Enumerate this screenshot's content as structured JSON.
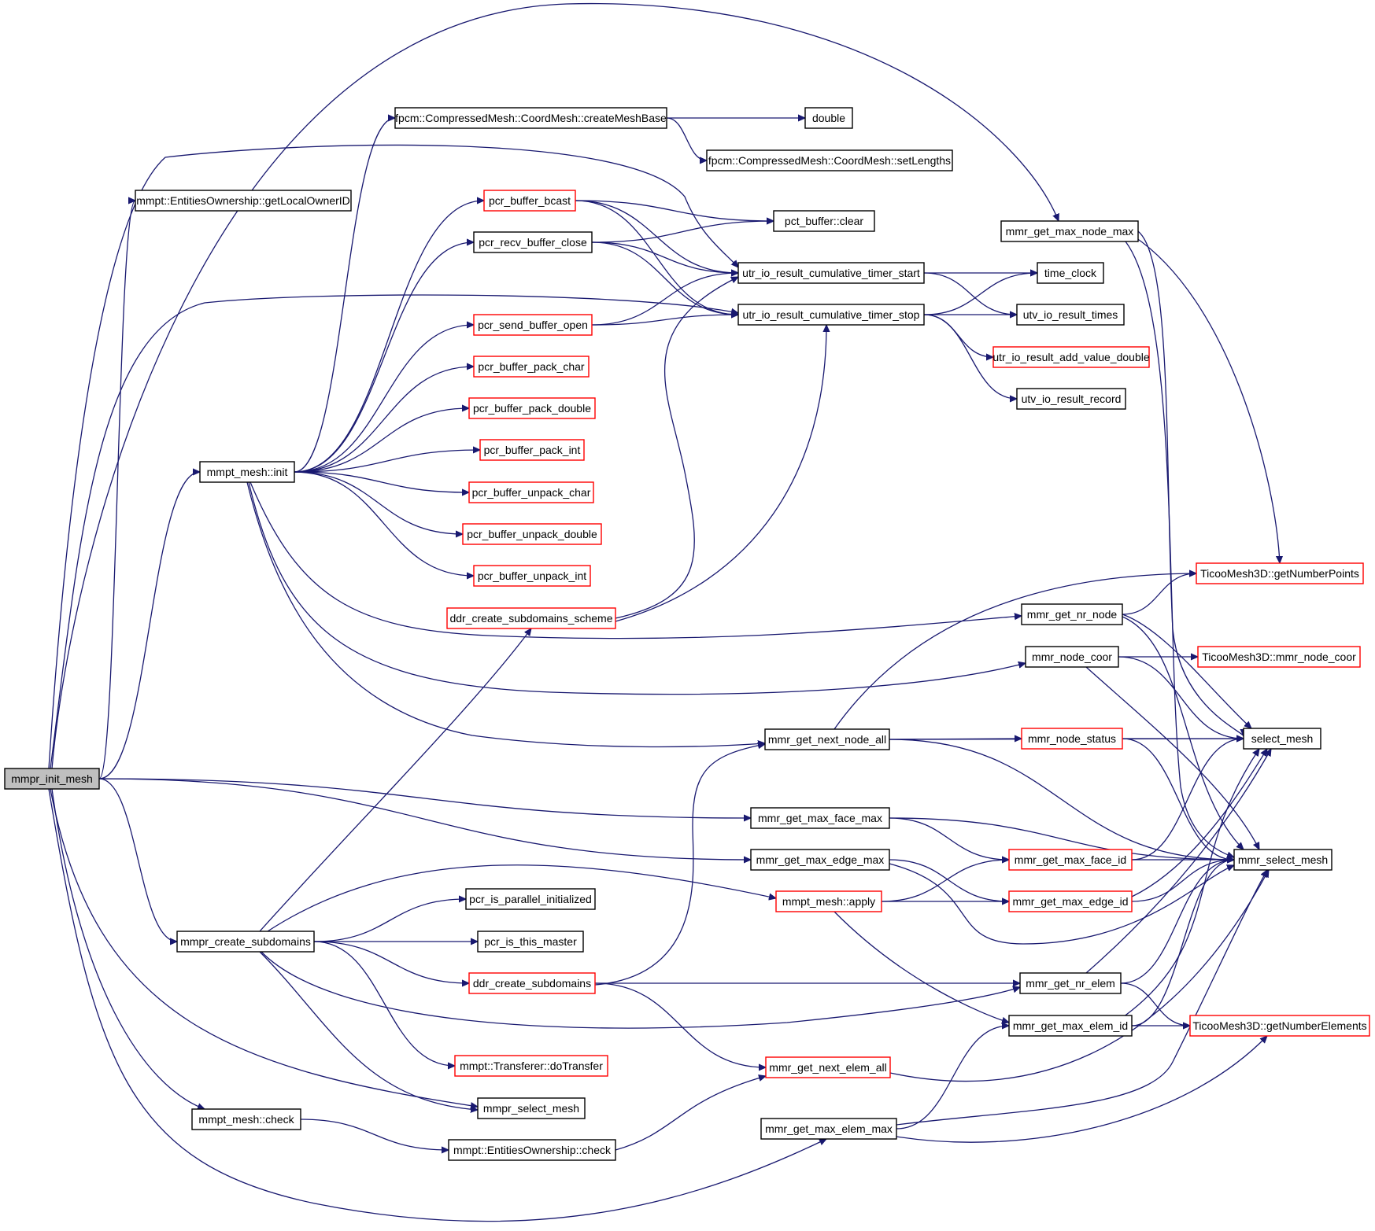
{
  "graph": {
    "nodes": [
      {
        "id": "root",
        "label": "mmpr_init_mesh",
        "kind": "root"
      },
      {
        "id": "getLocalOwnerID",
        "label": "mmpt::EntitiesOwnership::getLocalOwnerID",
        "kind": "normal"
      },
      {
        "id": "init",
        "label": "mmpt_mesh::init",
        "kind": "normal"
      },
      {
        "id": "createSub",
        "label": "mmpr_create_subdomains",
        "kind": "normal"
      },
      {
        "id": "check",
        "label": "mmpt_mesh::check",
        "kind": "normal"
      },
      {
        "id": "createMeshBase",
        "label": "fpcm::CompressedMesh::CoordMesh::createMeshBase",
        "kind": "normal"
      },
      {
        "id": "double",
        "label": "double",
        "kind": "normal"
      },
      {
        "id": "setLengths",
        "label": "fpcm::CompressedMesh::CoordMesh::setLengths",
        "kind": "normal"
      },
      {
        "id": "bcast",
        "label": "pcr_buffer_bcast",
        "kind": "truncated"
      },
      {
        "id": "recvClose",
        "label": "pcr_recv_buffer_close",
        "kind": "normal"
      },
      {
        "id": "sendOpen",
        "label": "pcr_send_buffer_open",
        "kind": "truncated"
      },
      {
        "id": "packChar",
        "label": "pcr_buffer_pack_char",
        "kind": "truncated"
      },
      {
        "id": "packDouble",
        "label": "pcr_buffer_pack_double",
        "kind": "truncated"
      },
      {
        "id": "packInt",
        "label": "pcr_buffer_pack_int",
        "kind": "truncated"
      },
      {
        "id": "unpackChar",
        "label": "pcr_buffer_unpack_char",
        "kind": "truncated"
      },
      {
        "id": "unpackDouble",
        "label": "pcr_buffer_unpack_double",
        "kind": "truncated"
      },
      {
        "id": "unpackInt",
        "label": "pcr_buffer_unpack_int",
        "kind": "truncated"
      },
      {
        "id": "ddrScheme",
        "label": "ddr_create_subdomains_scheme",
        "kind": "truncated"
      },
      {
        "id": "pctClear",
        "label": "pct_buffer::clear",
        "kind": "normal"
      },
      {
        "id": "timerStart",
        "label": "utr_io_result_cumulative_timer_start",
        "kind": "normal"
      },
      {
        "id": "timerStop",
        "label": "utr_io_result_cumulative_timer_stop",
        "kind": "normal"
      },
      {
        "id": "timeClock",
        "label": "time_clock",
        "kind": "normal"
      },
      {
        "id": "resultTimes",
        "label": "utv_io_result_times",
        "kind": "normal"
      },
      {
        "id": "addValueDouble",
        "label": "utr_io_result_add_value_double",
        "kind": "truncated"
      },
      {
        "id": "resultRecord",
        "label": "utv_io_result_record",
        "kind": "normal"
      },
      {
        "id": "maxNodeMax",
        "label": "mmr_get_max_node_max",
        "kind": "normal"
      },
      {
        "id": "getNumberPoints",
        "label": "TicooMesh3D::getNumberPoints",
        "kind": "truncated"
      },
      {
        "id": "nrNode",
        "label": "mmr_get_nr_node",
        "kind": "normal"
      },
      {
        "id": "nodeCoor",
        "label": "mmr_node_coor",
        "kind": "normal"
      },
      {
        "id": "ticooNodeCoor",
        "label": "TicooMesh3D::mmr_node_coor",
        "kind": "truncated"
      },
      {
        "id": "nextNodeAll",
        "label": "mmr_get_next_node_all",
        "kind": "normal"
      },
      {
        "id": "nodeStatus",
        "label": "mmr_node_status",
        "kind": "truncated"
      },
      {
        "id": "selectMesh",
        "label": "select_mesh",
        "kind": "normal"
      },
      {
        "id": "maxFaceMax",
        "label": "mmr_get_max_face_max",
        "kind": "normal"
      },
      {
        "id": "maxEdgeMax",
        "label": "mmr_get_max_edge_max",
        "kind": "normal"
      },
      {
        "id": "maxFaceId",
        "label": "mmr_get_max_face_id",
        "kind": "truncated"
      },
      {
        "id": "mmrSelectMesh",
        "label": "mmr_select_mesh",
        "kind": "normal"
      },
      {
        "id": "apply",
        "label": "mmpt_mesh::apply",
        "kind": "truncated"
      },
      {
        "id": "maxEdgeId",
        "label": "mmr_get_max_edge_id",
        "kind": "truncated"
      },
      {
        "id": "parInit",
        "label": "pcr_is_parallel_initialized",
        "kind": "normal"
      },
      {
        "id": "isMaster",
        "label": "pcr_is_this_master",
        "kind": "normal"
      },
      {
        "id": "ddrCreate",
        "label": "ddr_create_subdomains",
        "kind": "truncated"
      },
      {
        "id": "nrElem",
        "label": "mmr_get_nr_elem",
        "kind": "normal"
      },
      {
        "id": "maxElemId",
        "label": "mmr_get_max_elem_id",
        "kind": "normal"
      },
      {
        "id": "getNumberElements",
        "label": "TicooMesh3D::getNumberElements",
        "kind": "truncated"
      },
      {
        "id": "doTransfer",
        "label": "mmpt::Transferer::doTransfer",
        "kind": "truncated"
      },
      {
        "id": "nextElemAll",
        "label": "mmr_get_next_elem_all",
        "kind": "truncated"
      },
      {
        "id": "mmprSelectMesh",
        "label": "mmpr_select_mesh",
        "kind": "normal"
      },
      {
        "id": "maxElemMax",
        "label": "mmr_get_max_elem_max",
        "kind": "normal"
      },
      {
        "id": "eoCheck",
        "label": "mmpt::EntitiesOwnership::check",
        "kind": "normal"
      }
    ],
    "edges": [
      [
        "root",
        "getLocalOwnerID"
      ],
      [
        "root",
        "init"
      ],
      [
        "root",
        "createSub"
      ],
      [
        "root",
        "check"
      ],
      [
        "root",
        "maxNodeMax"
      ],
      [
        "root",
        "timerStart"
      ],
      [
        "root",
        "timerStop"
      ],
      [
        "root",
        "maxFaceMax"
      ],
      [
        "root",
        "maxEdgeMax"
      ],
      [
        "root",
        "mmprSelectMesh"
      ],
      [
        "root",
        "maxElemMax"
      ],
      [
        "init",
        "createMeshBase"
      ],
      [
        "init",
        "bcast"
      ],
      [
        "init",
        "recvClose"
      ],
      [
        "init",
        "sendOpen"
      ],
      [
        "init",
        "packChar"
      ],
      [
        "init",
        "packDouble"
      ],
      [
        "init",
        "packInt"
      ],
      [
        "init",
        "unpackChar"
      ],
      [
        "init",
        "unpackDouble"
      ],
      [
        "init",
        "unpackInt"
      ],
      [
        "init",
        "nrNode"
      ],
      [
        "init",
        "nodeCoor"
      ],
      [
        "init",
        "nextNodeAll"
      ],
      [
        "createMeshBase",
        "double"
      ],
      [
        "createMeshBase",
        "setLengths"
      ],
      [
        "bcast",
        "pctClear"
      ],
      [
        "bcast",
        "timerStart"
      ],
      [
        "bcast",
        "timerStop"
      ],
      [
        "recvClose",
        "pctClear"
      ],
      [
        "recvClose",
        "timerStart"
      ],
      [
        "recvClose",
        "timerStop"
      ],
      [
        "sendOpen",
        "timerStart"
      ],
      [
        "sendOpen",
        "timerStop"
      ],
      [
        "ddrScheme",
        "timerStart"
      ],
      [
        "ddrScheme",
        "timerStop"
      ],
      [
        "timerStart",
        "timeClock"
      ],
      [
        "timerStart",
        "resultTimes"
      ],
      [
        "timerStop",
        "timeClock"
      ],
      [
        "timerStop",
        "resultTimes"
      ],
      [
        "timerStop",
        "addValueDouble"
      ],
      [
        "timerStop",
        "resultRecord"
      ],
      [
        "maxNodeMax",
        "getNumberPoints"
      ],
      [
        "maxNodeMax",
        "selectMesh"
      ],
      [
        "maxNodeMax",
        "mmrSelectMesh"
      ],
      [
        "nrNode",
        "getNumberPoints"
      ],
      [
        "nrNode",
        "selectMesh"
      ],
      [
        "nrNode",
        "mmrSelectMesh"
      ],
      [
        "nodeCoor",
        "ticooNodeCoor"
      ],
      [
        "nodeCoor",
        "selectMesh"
      ],
      [
        "nodeCoor",
        "mmrSelectMesh"
      ],
      [
        "nextNodeAll",
        "nodeStatus"
      ],
      [
        "nextNodeAll",
        "selectMesh"
      ],
      [
        "nextNodeAll",
        "mmrSelectMesh"
      ],
      [
        "nextNodeAll",
        "getNumberPoints"
      ],
      [
        "nodeStatus",
        "selectMesh"
      ],
      [
        "nodeStatus",
        "mmrSelectMesh"
      ],
      [
        "maxFaceMax",
        "maxFaceId"
      ],
      [
        "maxFaceMax",
        "mmrSelectMesh"
      ],
      [
        "maxEdgeMax",
        "maxEdgeId"
      ],
      [
        "maxEdgeMax",
        "mmrSelectMesh"
      ],
      [
        "maxFaceId",
        "selectMesh"
      ],
      [
        "maxFaceId",
        "mmrSelectMesh"
      ],
      [
        "maxEdgeId",
        "selectMesh"
      ],
      [
        "maxEdgeId",
        "mmrSelectMesh"
      ],
      [
        "apply",
        "maxFaceId"
      ],
      [
        "apply",
        "maxEdgeId"
      ],
      [
        "apply",
        "maxElemId"
      ],
      [
        "createSub",
        "ddrScheme"
      ],
      [
        "createSub",
        "apply"
      ],
      [
        "createSub",
        "parInit"
      ],
      [
        "createSub",
        "isMaster"
      ],
      [
        "createSub",
        "ddrCreate"
      ],
      [
        "createSub",
        "nrElem"
      ],
      [
        "createSub",
        "doTransfer"
      ],
      [
        "createSub",
        "mmprSelectMesh"
      ],
      [
        "ddrCreate",
        "nextNodeAll"
      ],
      [
        "ddrCreate",
        "nrElem"
      ],
      [
        "ddrCreate",
        "nextElemAll"
      ],
      [
        "nrElem",
        "getNumberElements"
      ],
      [
        "nrElem",
        "selectMesh"
      ],
      [
        "nrElem",
        "mmrSelectMesh"
      ],
      [
        "maxElemId",
        "getNumberElements"
      ],
      [
        "maxElemId",
        "selectMesh"
      ],
      [
        "maxElemId",
        "mmrSelectMesh"
      ],
      [
        "nextElemAll",
        "mmrSelectMesh"
      ],
      [
        "maxElemMax",
        "maxElemId"
      ],
      [
        "maxElemMax",
        "mmrSelectMesh"
      ],
      [
        "maxElemMax",
        "getNumberElements"
      ],
      [
        "check",
        "eoCheck"
      ],
      [
        "eoCheck",
        "nextElemAll"
      ]
    ]
  }
}
